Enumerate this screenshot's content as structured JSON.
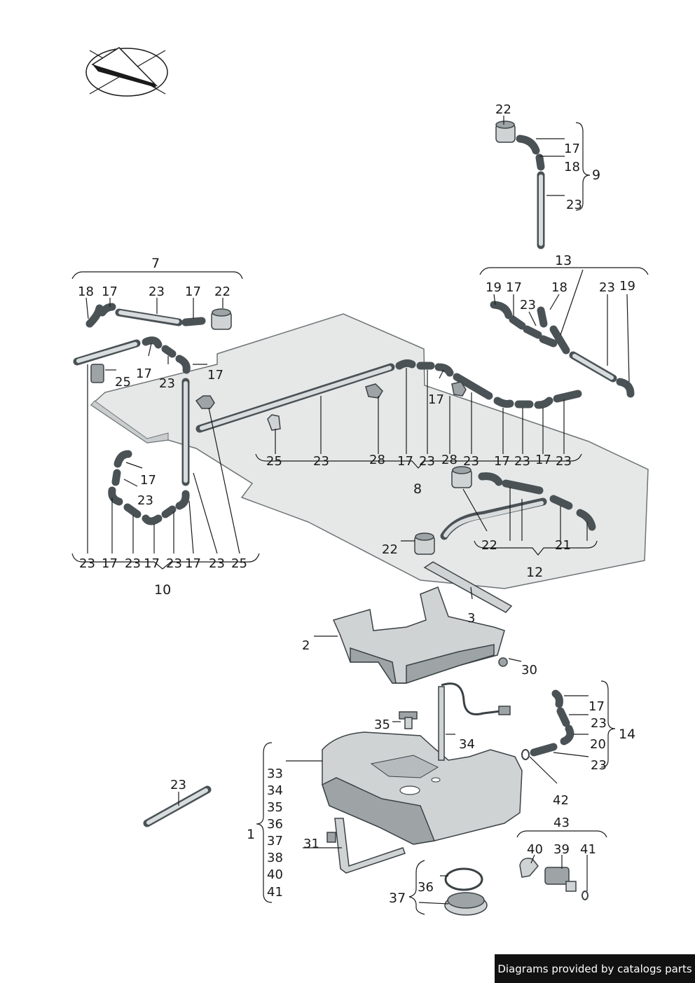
{
  "credit": "Diagrams provided by catalogs parts",
  "callouts": {
    "c22a": "22",
    "c17a": "17",
    "c18a": "18",
    "c9": "9",
    "c23a": "23",
    "c13": "13",
    "c19a": "19",
    "c17b": "17",
    "c18b": "18",
    "c23b": "23",
    "c19b": "19",
    "c23c": "23",
    "c7": "7",
    "c18c": "18",
    "c17c": "17",
    "c23d": "23",
    "c17d": "17",
    "c22b": "22",
    "c17e": "17",
    "c25a": "25",
    "c17f": "17",
    "c23e": "23",
    "c17g": "17",
    "c23f": "23",
    "c25b": "25",
    "c23g": "23",
    "c28a": "28",
    "c17h": "17",
    "c23h": "23",
    "c28b": "28",
    "c23i": "23",
    "c17i": "17",
    "c23j": "23",
    "c17j": "17",
    "c23k": "23",
    "c17k": "17",
    "c8": "8",
    "b23a": "23",
    "b17a": "17",
    "b23b": "23",
    "b17b": "17",
    "b23c": "23",
    "b17c": "17",
    "b23d": "23",
    "b25": "25",
    "c10": "10",
    "c22c": "22",
    "c22d": "22",
    "c21": "21",
    "c12": "12",
    "c3": "3",
    "c2": "2",
    "c30": "30",
    "c17l": "17",
    "c23l": "23",
    "c20": "20",
    "c23m": "23",
    "c14": "14",
    "c35": "35",
    "c34": "34",
    "c42": "42",
    "c43": "43",
    "c23n": "23",
    "l33": "33",
    "l34": "34",
    "l35": "35",
    "l36": "36",
    "l37": "37",
    "l38": "38",
    "l40": "40",
    "l41": "41",
    "c1": "1",
    "c31": "31",
    "c40": "40",
    "c39": "39",
    "c41": "41",
    "c36": "36",
    "c37": "37"
  }
}
